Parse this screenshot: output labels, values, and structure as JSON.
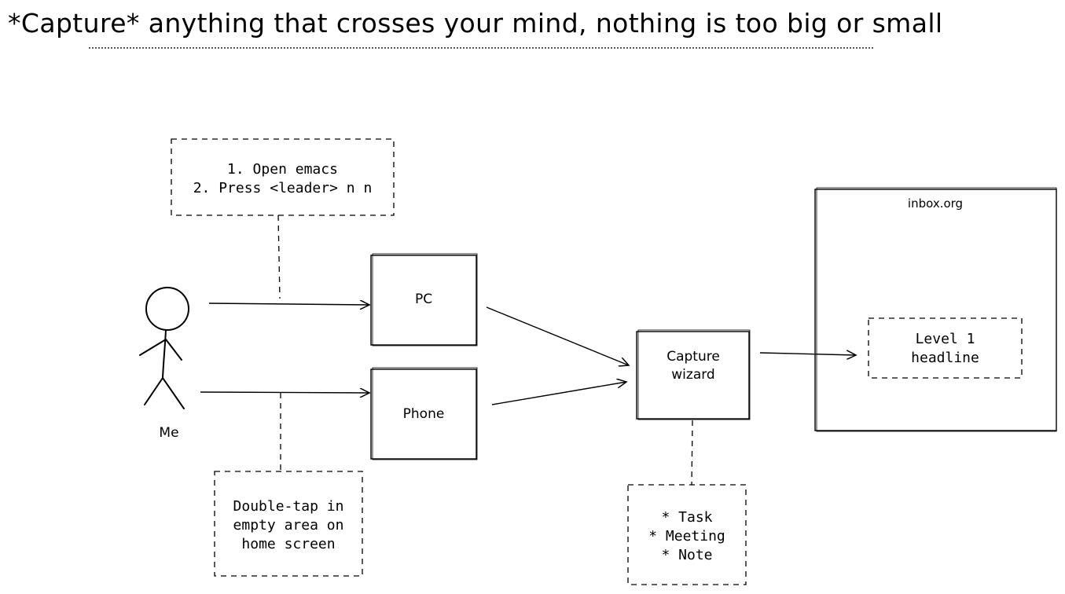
{
  "title": "*Capture* anything that crosses your mind, nothing is too big or small",
  "actor": {
    "label": "Me"
  },
  "devices": [
    {
      "id": "pc",
      "label": "PC"
    },
    {
      "id": "phone",
      "label": "Phone"
    }
  ],
  "wizard": {
    "label": "Capture\nwizard"
  },
  "inbox": {
    "title": "inbox.org",
    "headline": "Level 1\nheadline"
  },
  "notes": {
    "pc": "1. Open emacs\n2. Press <leader> n n",
    "phone": "Double-tap in\nempty area on\nhome screen",
    "wizard": "* Task\n* Meeting\n* Note"
  },
  "colors": {
    "stroke": "#000000",
    "background": "#ffffff"
  }
}
